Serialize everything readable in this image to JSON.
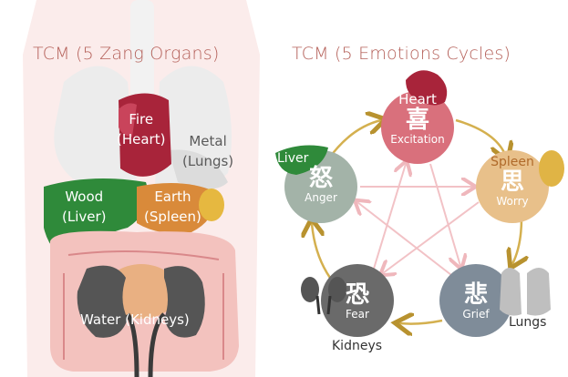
{
  "left_panel": {
    "title": "TCM (5 Zang Organs)",
    "organs": [
      {
        "element": "Fire",
        "organ": "(Heart)",
        "color": "#a8243a"
      },
      {
        "element": "Metal",
        "organ": "(Lungs)",
        "color": "#dcdcdc"
      },
      {
        "element": "Wood",
        "organ": "(Liver)",
        "color": "#2f8a3a"
      },
      {
        "element": "Earth",
        "organ": "(Spleen)",
        "color": "#e2a24b"
      },
      {
        "label": "Water (Kidneys)",
        "color": "#555555"
      }
    ]
  },
  "right_panel": {
    "title": "TCM (5 Emotions Cycles)",
    "nodes": [
      {
        "organ": "Heart",
        "character": "喜",
        "emotion": "Excitation",
        "color": "#d9707c"
      },
      {
        "organ": "Spleen",
        "character": "思",
        "emotion": "Worry",
        "color": "#e8c08a"
      },
      {
        "organ": "Lungs",
        "character": "悲",
        "emotion": "Grief",
        "color": "#7f8c99"
      },
      {
        "organ": "Kidneys",
        "character": "恐",
        "emotion": "Fear",
        "color": "#6a6a6a"
      },
      {
        "organ": "Liver",
        "character": "怒",
        "emotion": "Anger",
        "color": "#a3b3a8"
      }
    ],
    "cycle_colors": {
      "generating": "#c9a240",
      "controlling": "#f2c2c6"
    }
  }
}
